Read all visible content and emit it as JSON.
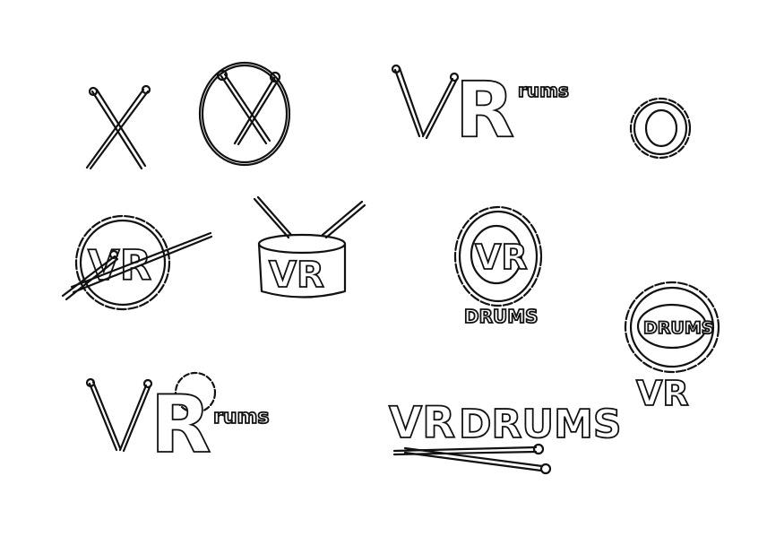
{
  "sheet": {
    "background": "#ffffff",
    "ink_color": "#111111",
    "sketches": [
      {
        "concept": "crossed-drumsticks"
      },
      {
        "concept": "crossed-drumsticks-in-circle"
      },
      {
        "concept": "sticks-v-logo",
        "letters": [
          "V",
          "R",
          "rums"
        ]
      },
      {
        "concept": "drum-head"
      },
      {
        "concept": "drum-head-with-stick",
        "letters": "VR"
      },
      {
        "concept": "snare-drum-side",
        "letters": "VR"
      },
      {
        "concept": "drum-head-badge",
        "letters": "VR",
        "caption": "DRUMS"
      },
      {
        "concept": "drum-head-badge-2",
        "letters": "DRUMS",
        "caption": "VR"
      },
      {
        "concept": "large-sticks-v-logo",
        "letters": [
          "V",
          "R",
          "rums"
        ]
      },
      {
        "concept": "wordmark-with-sticks",
        "letters": "VR DRUMS"
      }
    ]
  }
}
